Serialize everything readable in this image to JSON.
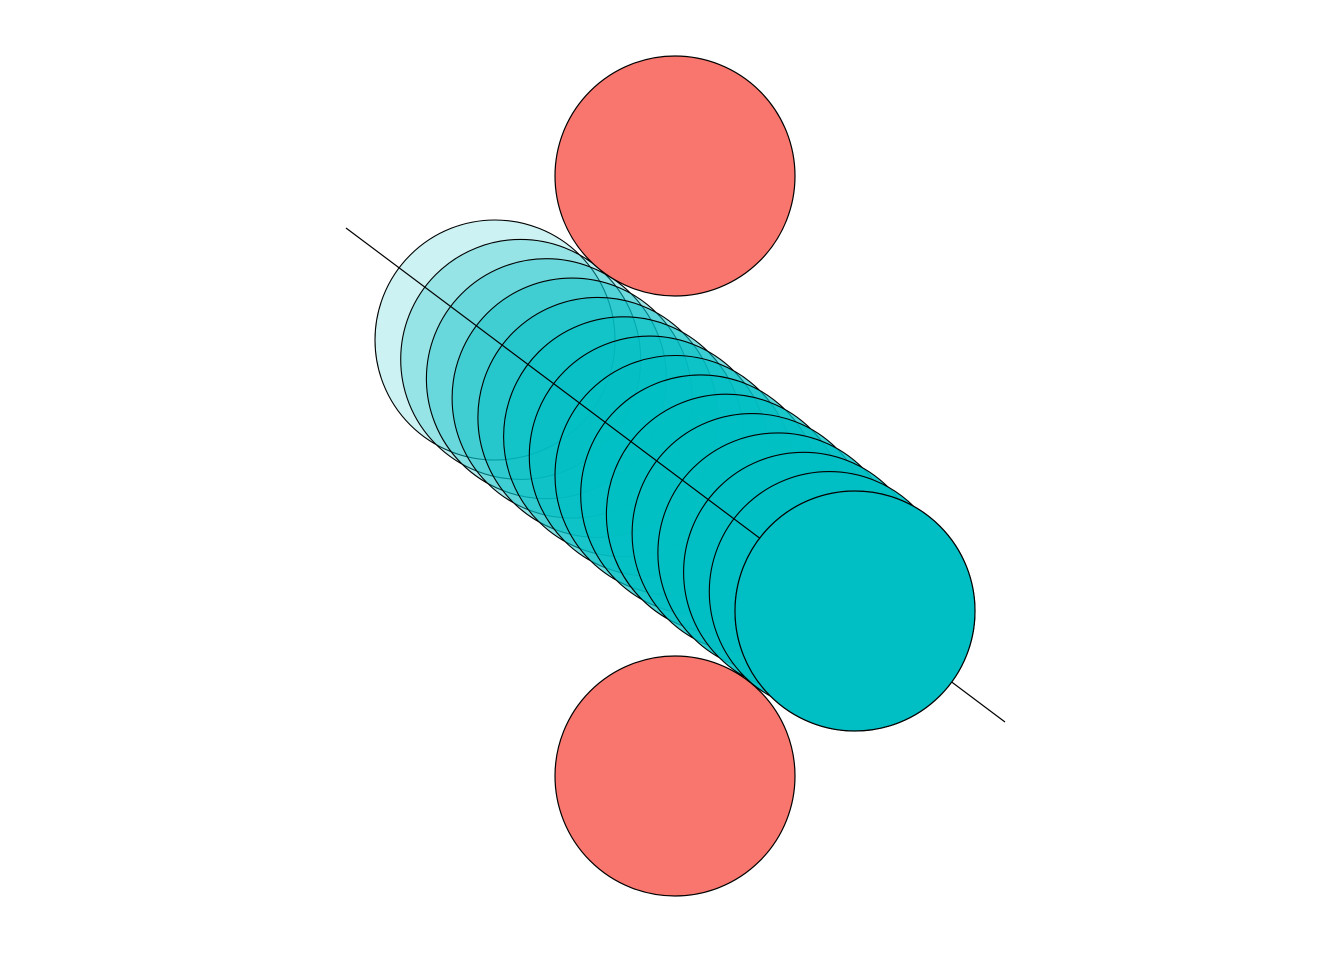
{
  "diagram": {
    "fixed_circle_color": "#F8766D",
    "moving_circle_color": "#00BFC4",
    "outline_color": "#000000",
    "trail_count": 15,
    "trail_opacity_start": 0.2,
    "trail_opacity_end": 1.0
  }
}
